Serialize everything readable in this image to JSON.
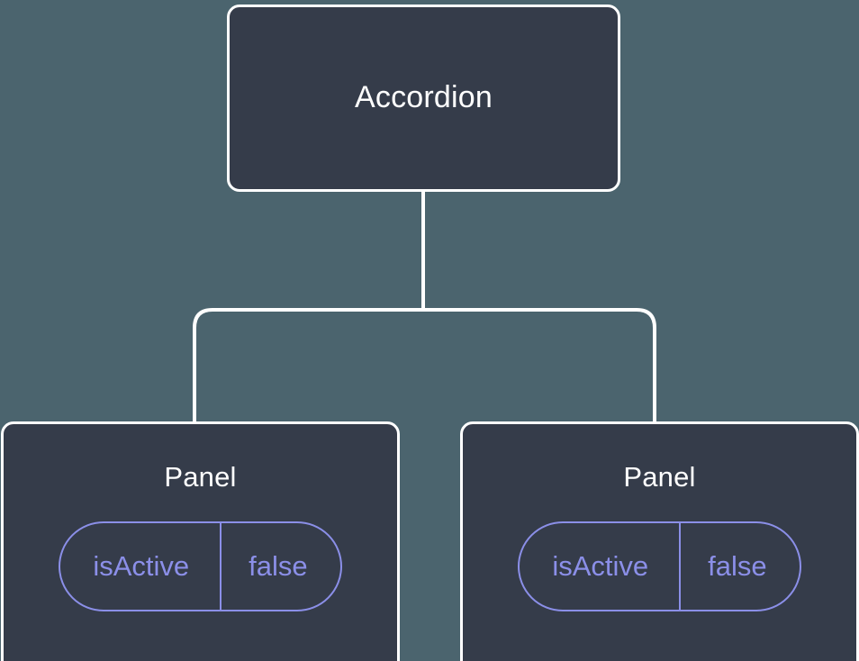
{
  "diagram": {
    "type": "component-tree",
    "background_color": "#4b646e",
    "node_fill_color": "#353c4a",
    "node_border_color": "#ffffff",
    "accent_color": "#8b8fe8",
    "connector_color": "#ffffff",
    "root": {
      "label": "Accordion"
    },
    "children": [
      {
        "label": "Panel",
        "props": [
          {
            "key": "isActive",
            "value": "false"
          }
        ]
      },
      {
        "label": "Panel",
        "props": [
          {
            "key": "isActive",
            "value": "false"
          }
        ]
      }
    ]
  }
}
